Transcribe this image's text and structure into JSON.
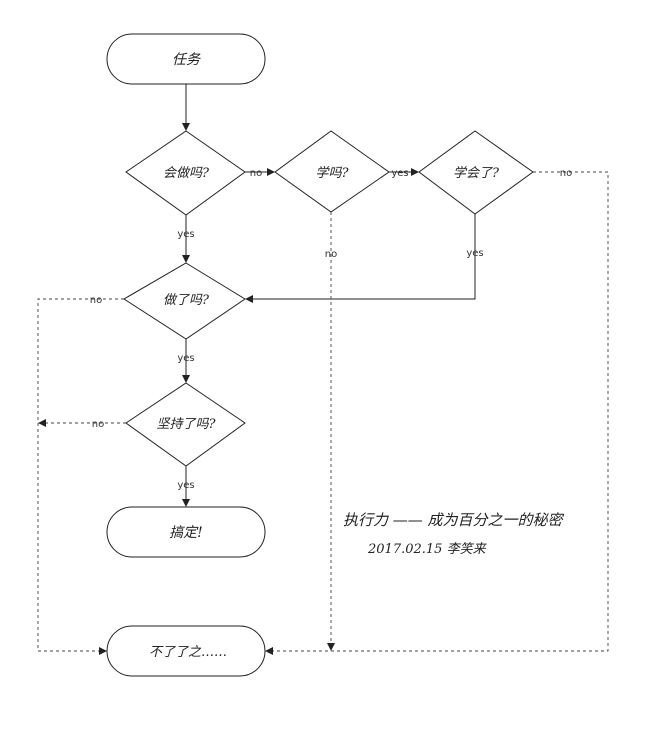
{
  "nodes": {
    "start": "任务",
    "can_do": "会做吗?",
    "learn": "学吗?",
    "learned": "学会了?",
    "did": "做了吗?",
    "persist": "坚持了吗?",
    "success": "搞定!",
    "fail": "不了了之……"
  },
  "edges": {
    "can_do_no": "no",
    "can_do_yes": "yes",
    "learn_yes": "yes",
    "learn_no": "no",
    "learned_no": "no",
    "learned_yes": "yes",
    "did_no": "no",
    "did_yes": "yes",
    "persist_no": "no",
    "persist_yes": "yes"
  },
  "caption": {
    "title": "执行力 —— 成为百分之一的秘密",
    "byline": "2017.02.15 李笑来"
  }
}
